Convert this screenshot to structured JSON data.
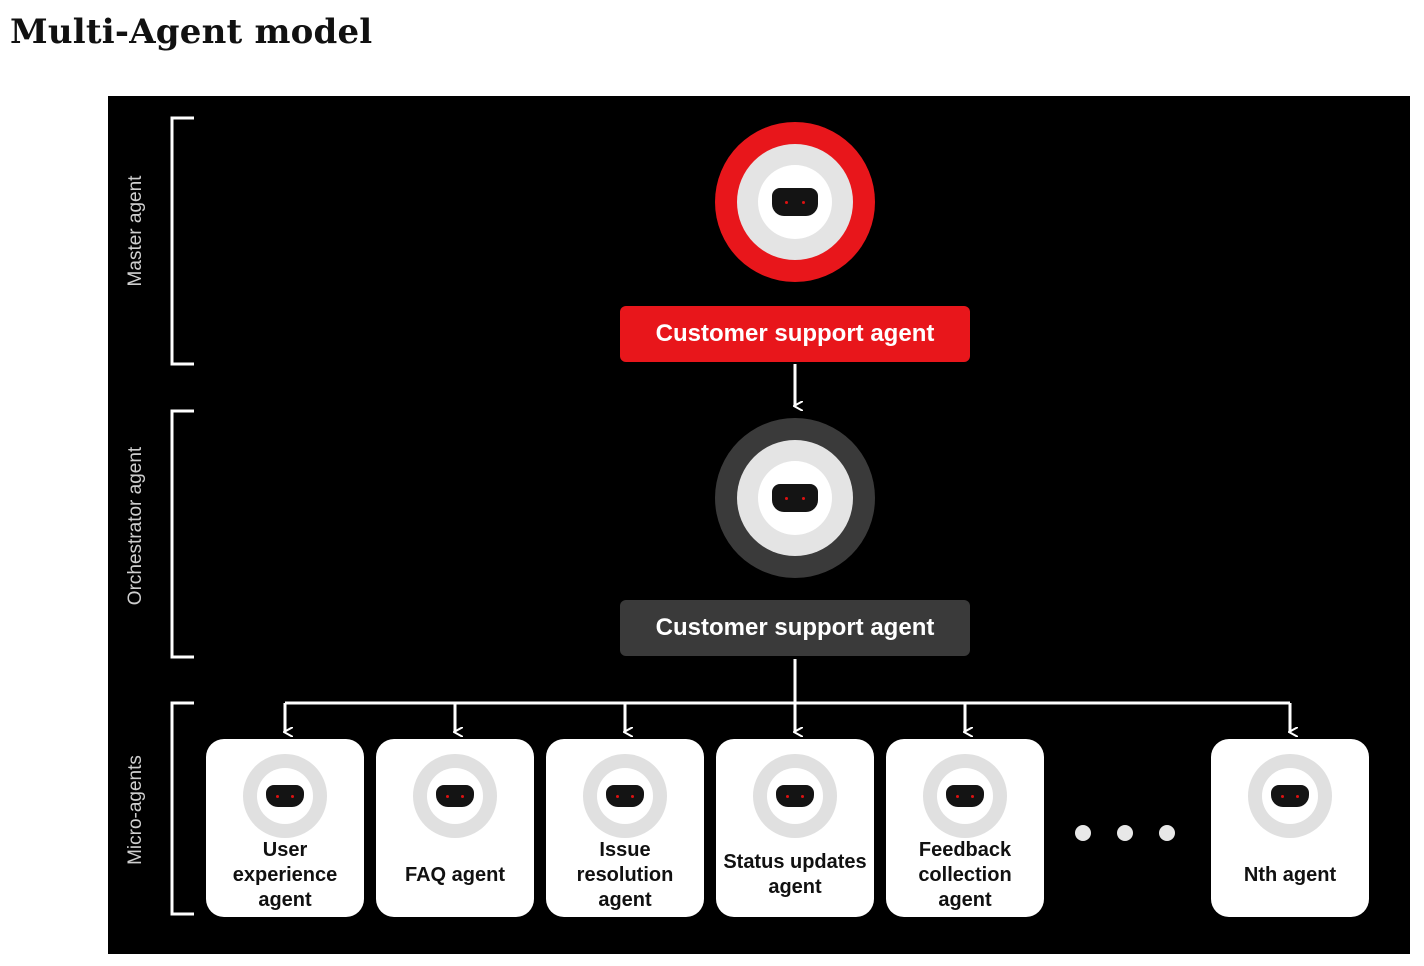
{
  "page": {
    "title": "Multi-Agent model"
  },
  "tiers": {
    "master": "Master agent",
    "orchestrator": "Orchestrator agent",
    "micro": "Micro-agents"
  },
  "master_agent": {
    "label": "Customer support agent",
    "color": "#e8161b"
  },
  "orchestrator_agent": {
    "label": "Customer support agent",
    "color": "#3a3a3a"
  },
  "micro_agents": [
    {
      "label": "User experience agent"
    },
    {
      "label": "FAQ agent"
    },
    {
      "label": "Issue resolution agent"
    },
    {
      "label": "Status updates agent"
    },
    {
      "label": "Feedback collection agent"
    },
    {
      "label": "Nth agent"
    }
  ],
  "colors": {
    "background": "#000000",
    "accent": "#e8161b",
    "line": "#ffffff"
  }
}
